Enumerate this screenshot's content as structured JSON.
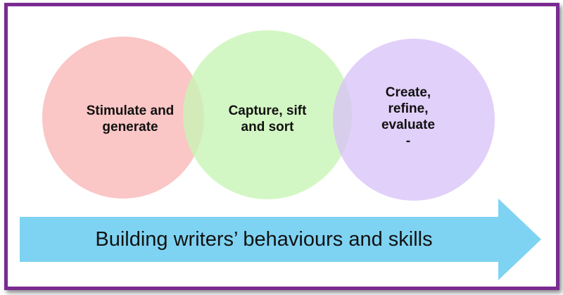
{
  "diagram": {
    "circles": [
      {
        "label": "Stimulate and\ngenerate",
        "color": "#f9b6b6"
      },
      {
        "label": "Capture, sift\nand sort",
        "color": "#c6f5b4"
      },
      {
        "label": "Create,\nrefine,\nevaluate\n-",
        "color": "#d9c3f7"
      }
    ],
    "arrow": {
      "label": "Building writers’ behaviours and skills",
      "color": "#7fd3f2"
    },
    "frame_color": "#7a2b92"
  }
}
